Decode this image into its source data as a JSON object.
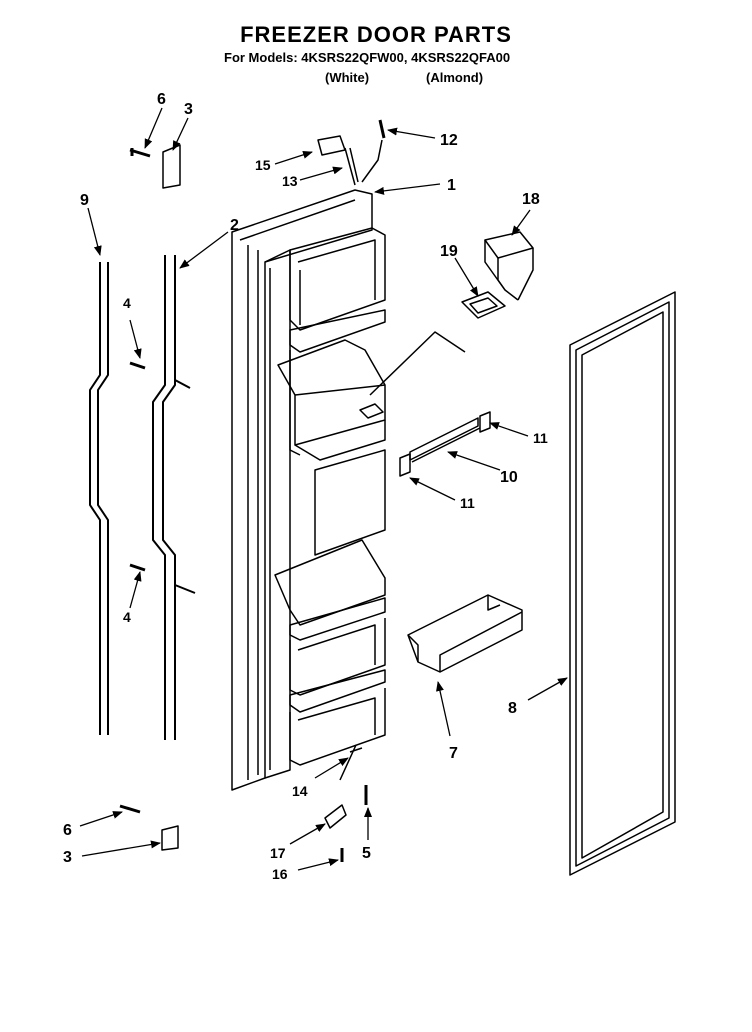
{
  "header": {
    "title": "FREEZER DOOR PARTS",
    "models": "For Models: 4KSRS22QFW00, 4KSRS22QFA00",
    "variant_white": "(White)",
    "variant_almond": "(Almond)"
  },
  "callouts": {
    "c1": "1",
    "c2": "2",
    "c3a": "3",
    "c3b": "3",
    "c4a": "4",
    "c4b": "4",
    "c5": "5",
    "c6a": "6",
    "c6b": "6",
    "c7": "7",
    "c8": "8",
    "c9": "9",
    "c10": "10",
    "c11a": "11",
    "c11b": "11",
    "c12": "12",
    "c13": "13",
    "c14": "14",
    "c15": "15",
    "c16": "16",
    "c17": "17",
    "c18": "18",
    "c19": "19"
  }
}
